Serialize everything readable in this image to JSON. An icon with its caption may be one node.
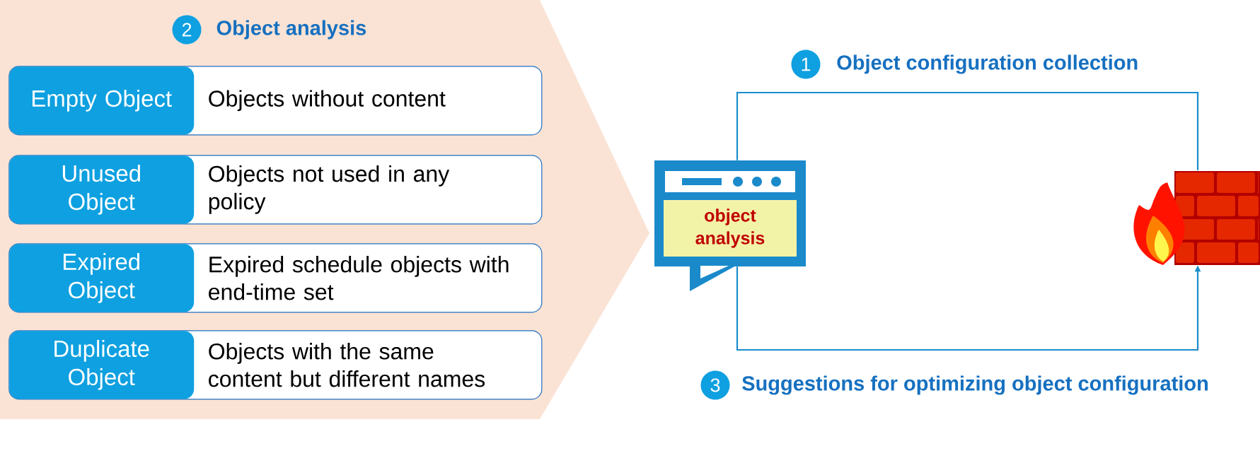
{
  "diagram": {
    "nodes": [
      {
        "text": [
          "Object analysis"
        ]
      },
      {
        "text": [
          "Empty Object",
          "Objects without content"
        ],
        "in": 0
      },
      {
        "text": [
          "Unused Object",
          "Objects not used in any policy"
        ],
        "in": 0
      },
      {
        "text": [
          "Expired Object",
          "Expired schedule objects with end-time set"
        ],
        "in": 0
      },
      {
        "text": [
          "Duplicate Object",
          "Objects with the same content but different names"
        ],
        "in": 0
      },
      {
        "text": [
          "object analysis"
        ]
      },
      {
        "text": [],
        "shape": "picture"
      }
    ],
    "edges": [
      {
        "from": 5,
        "to": 6,
        "arrow": "none",
        "label": "Object configuration collection"
      },
      {
        "from": 5,
        "to": 6,
        "arrow": "to",
        "label": "Suggestions for optimizing object configuration"
      }
    ],
    "labels": [
      "2",
      "1",
      "3"
    ]
  }
}
